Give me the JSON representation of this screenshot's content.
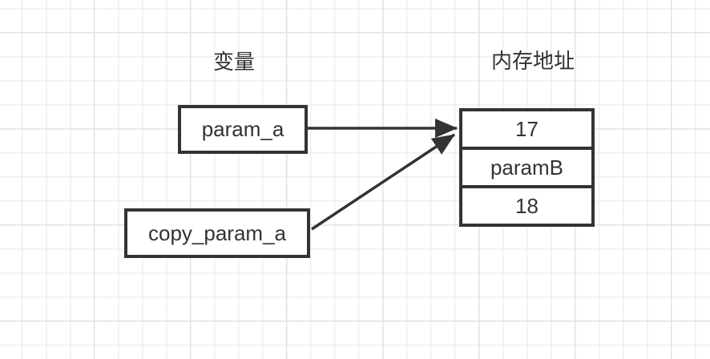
{
  "diagram": {
    "columns": {
      "variables_title": "变量",
      "memory_title": "内存地址"
    },
    "variables": [
      {
        "label": "param_a"
      },
      {
        "label": "copy_param_a"
      }
    ],
    "memory_cells": [
      {
        "value": "17"
      },
      {
        "value": "paramB"
      },
      {
        "value": "18"
      }
    ],
    "connections": [
      {
        "from": "param_a",
        "to": "17"
      },
      {
        "from": "copy_param_a",
        "to": "17"
      }
    ],
    "colors": {
      "stroke": "#333333",
      "text": "#333333",
      "background": "#ffffff",
      "grid_minor": "#efefef",
      "grid_major": "#e2e2e2"
    }
  }
}
